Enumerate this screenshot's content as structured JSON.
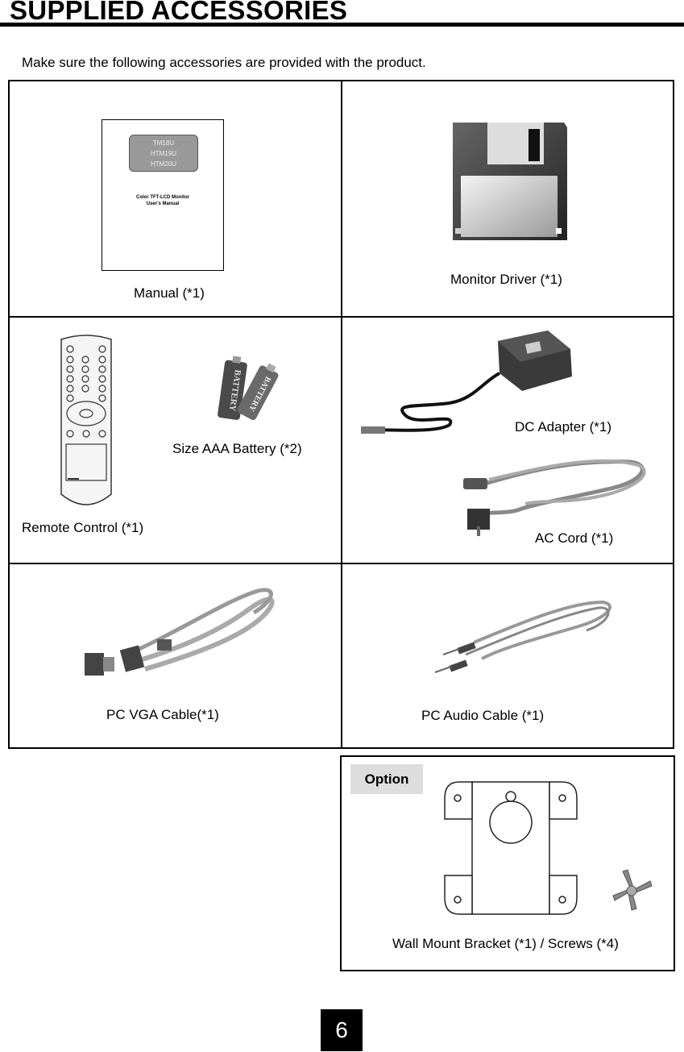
{
  "page": {
    "title": "SUPPLIED ACCESSORIES",
    "intro": "Make sure the following accessories are provided with the product.",
    "page_number": "6"
  },
  "manual_cover": {
    "models": [
      "TM18U",
      "HTM19U",
      "HTM20U"
    ],
    "line1": "Color TFT-LCD Monitor",
    "line2": "User's Manual"
  },
  "battery_print": "BATTERY",
  "items": {
    "manual": "Manual (*1)",
    "monitor_driver": "Monitor Driver (*1)",
    "battery": "Size AAA Battery (*2)",
    "remote": "Remote Control (*1)",
    "dc_adapter": "DC Adapter (*1)",
    "ac_cord": "AC Cord (*1)",
    "vga_cable": "PC VGA Cable(*1)",
    "audio_cable": "PC Audio Cable (*1)"
  },
  "option": {
    "badge": "Option",
    "label": "Wall Mount Bracket (*1) / Screws (*4)"
  }
}
